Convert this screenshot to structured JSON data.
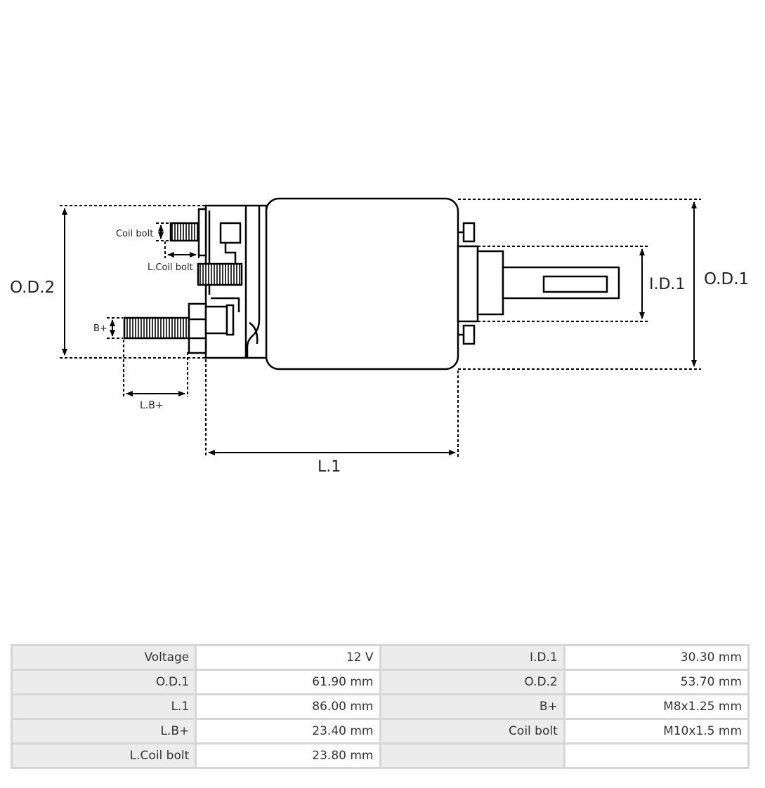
{
  "diagram": {
    "labels": {
      "od2": "O.D.2",
      "od1": "O.D.1",
      "id1": "I.D.1",
      "l1": "L.1",
      "coil_bolt": "Coil bolt",
      "l_coil_bolt": "L.Coil bolt",
      "b_plus": "B+",
      "l_b_plus": "L.B+"
    }
  },
  "specs": {
    "rows": [
      [
        {
          "label": "Voltage",
          "value": "12 V"
        },
        {
          "label": "I.D.1",
          "value": "30.30 mm"
        }
      ],
      [
        {
          "label": "O.D.1",
          "value": "61.90 mm"
        },
        {
          "label": "O.D.2",
          "value": "53.70 mm"
        }
      ],
      [
        {
          "label": "L.1",
          "value": "86.00 mm"
        },
        {
          "label": "B+",
          "value": "M8x1.25 mm"
        }
      ],
      [
        {
          "label": "L.B+",
          "value": "23.40 mm"
        },
        {
          "label": "Coil bolt",
          "value": "M10x1.5 mm"
        }
      ],
      [
        {
          "label": "L.Coil bolt",
          "value": "23.80 mm"
        },
        {
          "label": "",
          "value": ""
        }
      ]
    ]
  }
}
